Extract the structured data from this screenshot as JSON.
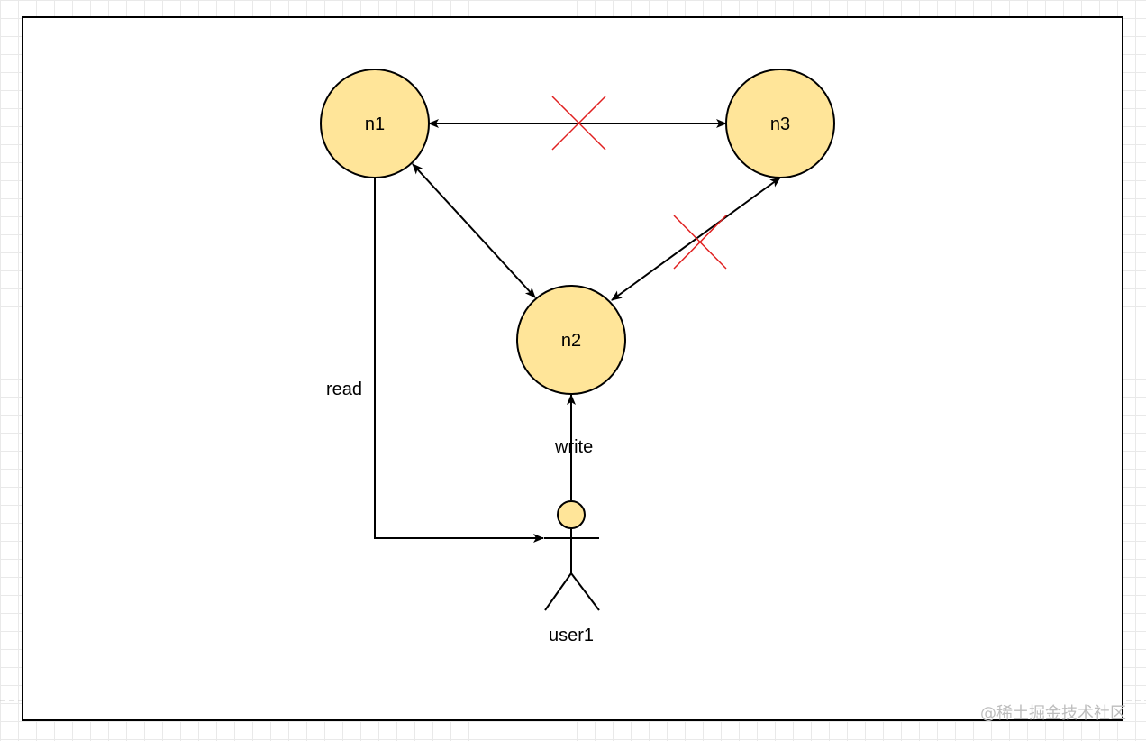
{
  "diagram": {
    "nodes": [
      {
        "id": "n1",
        "label": "n1"
      },
      {
        "id": "n2",
        "label": "n2"
      },
      {
        "id": "n3",
        "label": "n3"
      }
    ],
    "edges": [
      {
        "from": "n1",
        "to": "n3",
        "label": "",
        "bidirectional": true,
        "blocked": true
      },
      {
        "from": "n1",
        "to": "n2",
        "label": "",
        "bidirectional": true,
        "blocked": false
      },
      {
        "from": "n3",
        "to": "n2",
        "label": "",
        "bidirectional": true,
        "blocked": true
      },
      {
        "from": "user1",
        "to": "n2",
        "label": "write",
        "bidirectional": false,
        "blocked": false
      },
      {
        "from": "n1",
        "to": "user1",
        "label": "read",
        "bidirectional": false,
        "blocked": false
      }
    ],
    "actor": {
      "id": "user1",
      "label": "user1"
    },
    "labels": {
      "read": "read",
      "write": "write"
    },
    "colors": {
      "node_fill": "#FFE599",
      "stroke": "#000000",
      "blocked_mark": "#E02020",
      "frame": "#000000",
      "grid": "#E9E9E9"
    }
  },
  "watermark": "@稀土掘金技术社区"
}
